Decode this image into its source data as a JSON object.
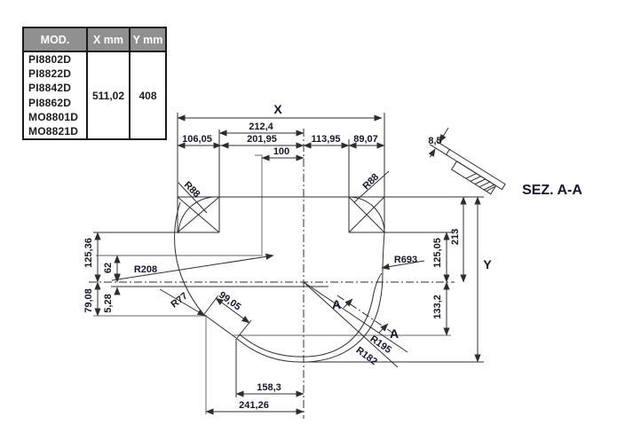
{
  "table": {
    "headers": [
      "MOD.",
      "X mm",
      "Y mm"
    ],
    "models": [
      "PI8802D",
      "PI8822D",
      "PI8842D",
      "PI8862D",
      "MO8801D",
      "MO8821D"
    ],
    "x_value": "511,02",
    "y_value": "408"
  },
  "drawing": {
    "x_label": "X",
    "y_label": "Y",
    "dims": {
      "d212": "212,4",
      "d106": "106,05",
      "d201": "201,95",
      "d113": "113,95",
      "d89": "89,07",
      "d100": "100",
      "d125_36": "125,36",
      "d62": "62",
      "d79": "79,08",
      "d5": "5,28",
      "d213": "213",
      "d125_05": "125,05",
      "d133": "133,2",
      "d158": "158,3",
      "d241": "241,26",
      "d99": "99,05"
    },
    "radii": {
      "r88_left": "R88",
      "r88_right": "R88",
      "r208": "R208",
      "r77": "R77",
      "r693": "R693",
      "r195": "R195",
      "r182": "R182"
    },
    "section": {
      "thickness": "8,5",
      "title": "SEZ. A-A",
      "cut_letter_top": "A",
      "cut_letter_bottom": "A"
    }
  },
  "colors": {
    "line": "#2d2d2d",
    "outline_gray": "#a8a8a8",
    "text": "#15152a",
    "table_header_bg": "#909090",
    "table_header_text": "#ffffff",
    "background": "#ffffff"
  }
}
